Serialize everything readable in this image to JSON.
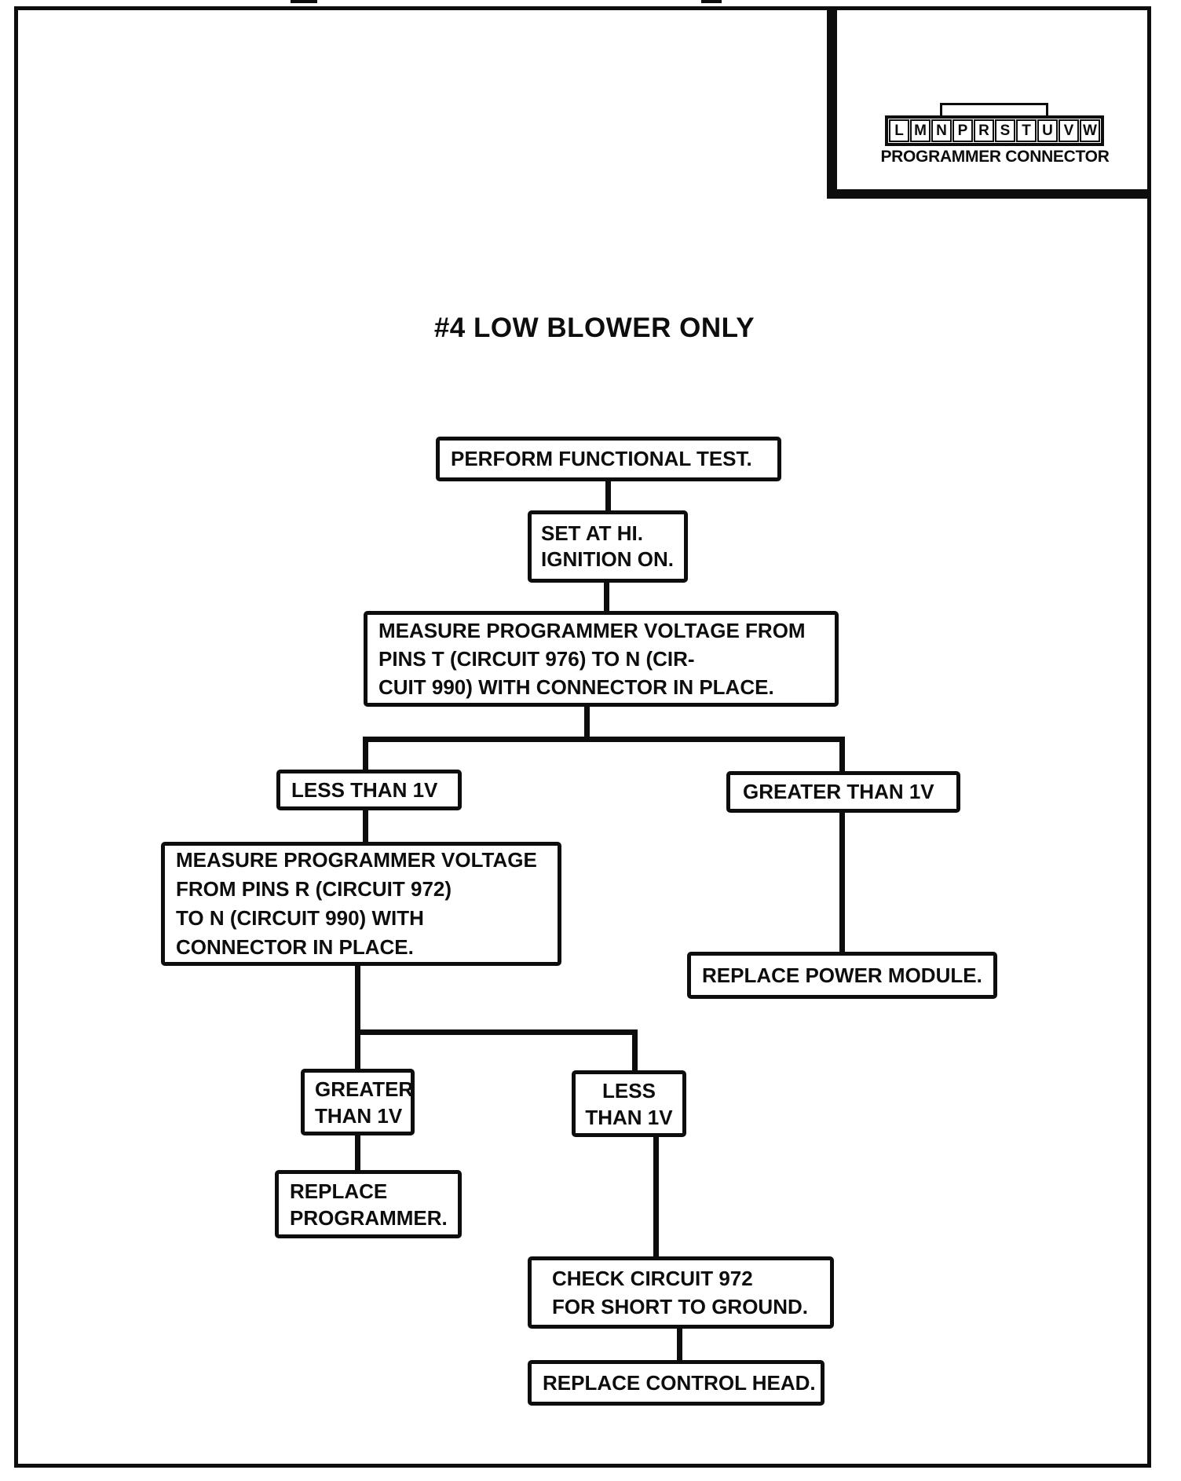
{
  "document": {
    "title": "#4 LOW BLOWER ONLY"
  },
  "connector_panel": {
    "label": "PROGRAMMER CONNECTOR",
    "pins": [
      "L",
      "M",
      "N",
      "P",
      "R",
      "S",
      "T",
      "U",
      "V",
      "W"
    ]
  },
  "flowchart": {
    "nodes": {
      "perform": {
        "lines": [
          "PERFORM FUNCTIONAL TEST."
        ]
      },
      "set_hi": {
        "lines": [
          "SET AT HI.",
          "IGNITION ON."
        ]
      },
      "measure_t": {
        "lines": [
          "MEASURE PROGRAMMER VOLTAGE FROM",
          "PINS T (CIRCUIT 976) TO N (CIR-",
          "CUIT 990) WITH CONNECTOR IN PLACE."
        ]
      },
      "less_1v_first": {
        "lines": [
          "LESS THAN 1V"
        ]
      },
      "greater_1v_first": {
        "lines": [
          "GREATER THAN 1V"
        ]
      },
      "measure_r": {
        "lines": [
          "MEASURE PROGRAMMER VOLTAGE",
          "FROM PINS R (CIRCUIT 972)",
          "TO N (CIRCUIT 990) WITH",
          "CONNECTOR IN PLACE."
        ]
      },
      "replace_power_module": {
        "lines": [
          "REPLACE POWER MODULE."
        ]
      },
      "greater_1v_second": {
        "lines": [
          "GREATER",
          "THAN 1V"
        ]
      },
      "less_1v_second": {
        "lines": [
          "LESS",
          "THAN 1V"
        ]
      },
      "replace_programmer": {
        "lines": [
          "REPLACE",
          "PROGRAMMER."
        ]
      },
      "check_circuit": {
        "lines": [
          "CHECK CIRCUIT 972",
          "FOR SHORT TO GROUND."
        ]
      },
      "replace_control_head": {
        "lines": [
          "REPLACE CONTROL HEAD."
        ]
      }
    }
  },
  "colors": {
    "ink": "#0d0d0d",
    "paper": "#ffffff"
  }
}
